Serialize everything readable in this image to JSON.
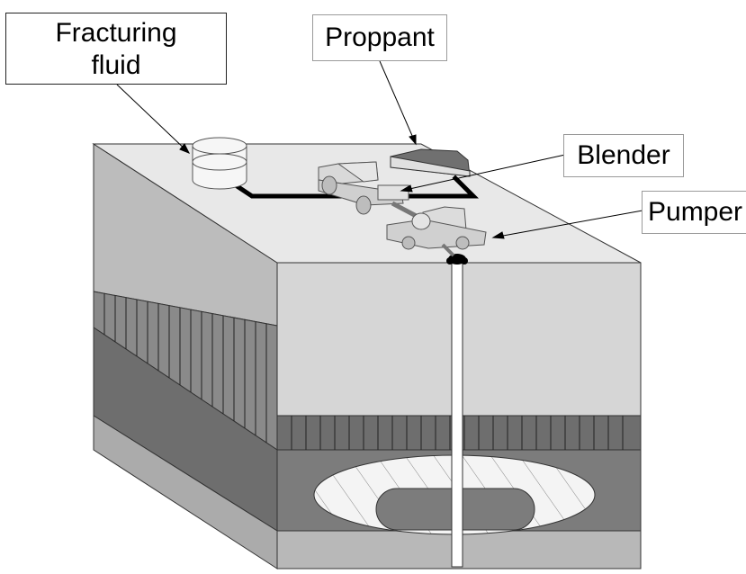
{
  "labels": {
    "fracturing_fluid_line1": "Fracturing",
    "fracturing_fluid_line2": "fluid",
    "proppant": "Proppant",
    "blender": "Blender",
    "pumper": "Pumper"
  },
  "colors": {
    "top_surface": "#e8e8e8",
    "front_face": "#d2d2d2",
    "left_face": "#bcbcbc",
    "dark_layer": "#7a7a7a",
    "hatched_layer": "#6e6e6e",
    "base_layer": "#b8b8b8",
    "fracture": "#f2f2f2",
    "propped_zone": "#7c7c7c",
    "proppant_pile": "#707070",
    "pipe": "#000000"
  }
}
